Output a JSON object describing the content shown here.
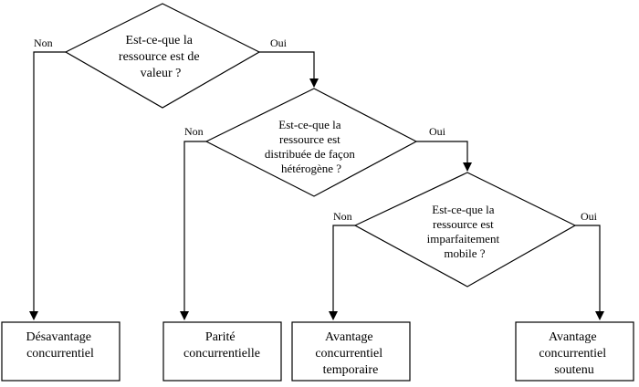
{
  "decisions": [
    {
      "lines": [
        "Est-ce-que la",
        "ressource est de",
        "valeur ?"
      ]
    },
    {
      "lines": [
        "Est-ce-que la",
        "ressource est",
        "distribuée de façon",
        "hétérogène ?"
      ]
    },
    {
      "lines": [
        "Est-ce-que la",
        "ressource est",
        "imparfaitement",
        "mobile ?"
      ]
    }
  ],
  "branch_labels": {
    "d1_no": "Non",
    "d1_yes": "Oui",
    "d2_no": "Non",
    "d2_yes": "Oui",
    "d3_no": "Non",
    "d3_yes": "Oui"
  },
  "outcomes": [
    {
      "lines": [
        "Désavantage",
        "concurrentiel"
      ]
    },
    {
      "lines": [
        "Parité",
        "concurrentielle"
      ]
    },
    {
      "lines": [
        "Avantage",
        "concurrentiel",
        "temporaire"
      ]
    },
    {
      "lines": [
        "Avantage",
        "concurrentiel",
        "soutenu"
      ]
    }
  ]
}
